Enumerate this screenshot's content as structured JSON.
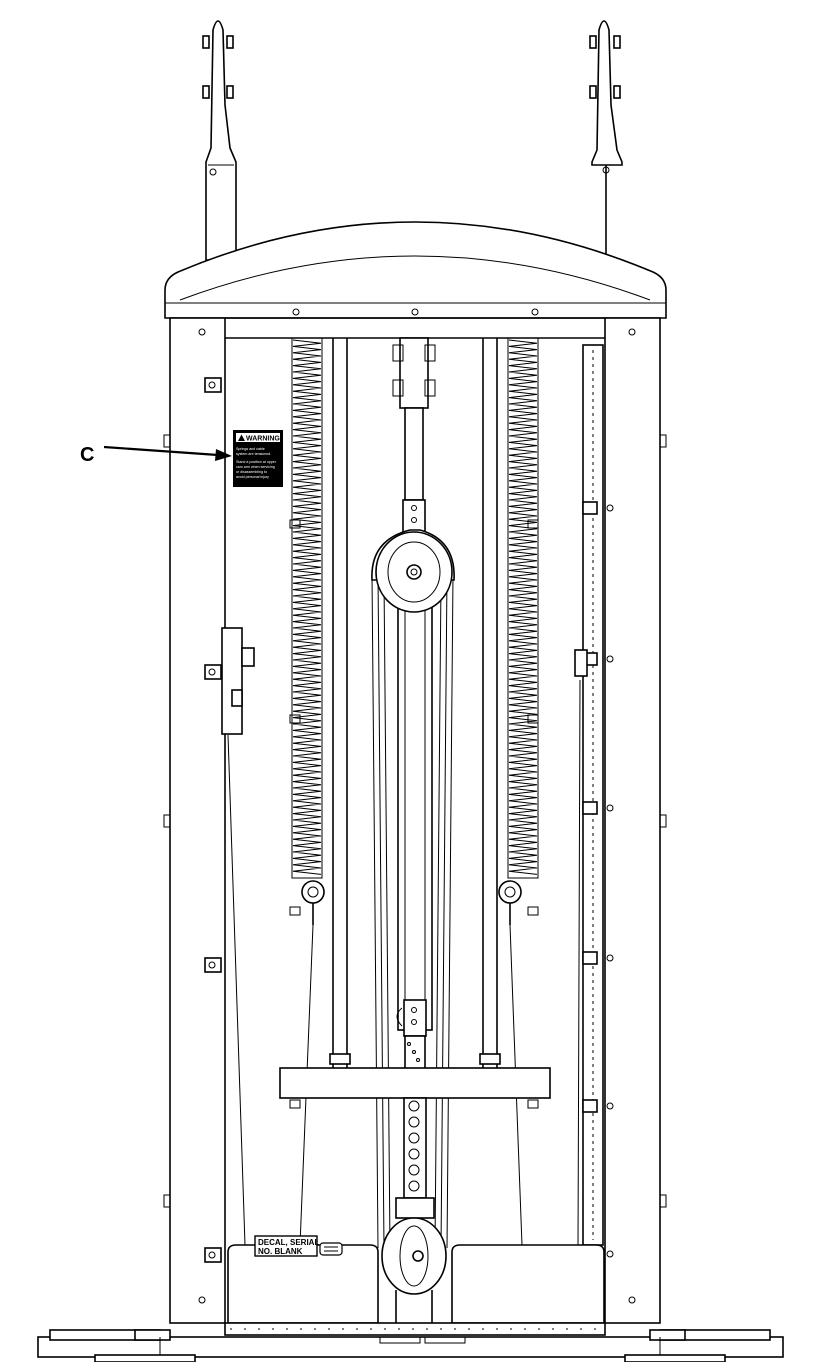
{
  "callout": {
    "letter": "C"
  },
  "warning_decal": {
    "title": "WARNING",
    "lines": [
      "Springs and cable",
      "system are tensioned.",
      "Stand a position at upper",
      "cam arm when servicing",
      "or disassembling to",
      "avoid personal injury"
    ]
  },
  "serial_decal": {
    "line1": "DECAL, SERIAL",
    "line2": "NO. BLANK"
  },
  "colors": {
    "line": "#000000",
    "background": "#ffffff"
  }
}
